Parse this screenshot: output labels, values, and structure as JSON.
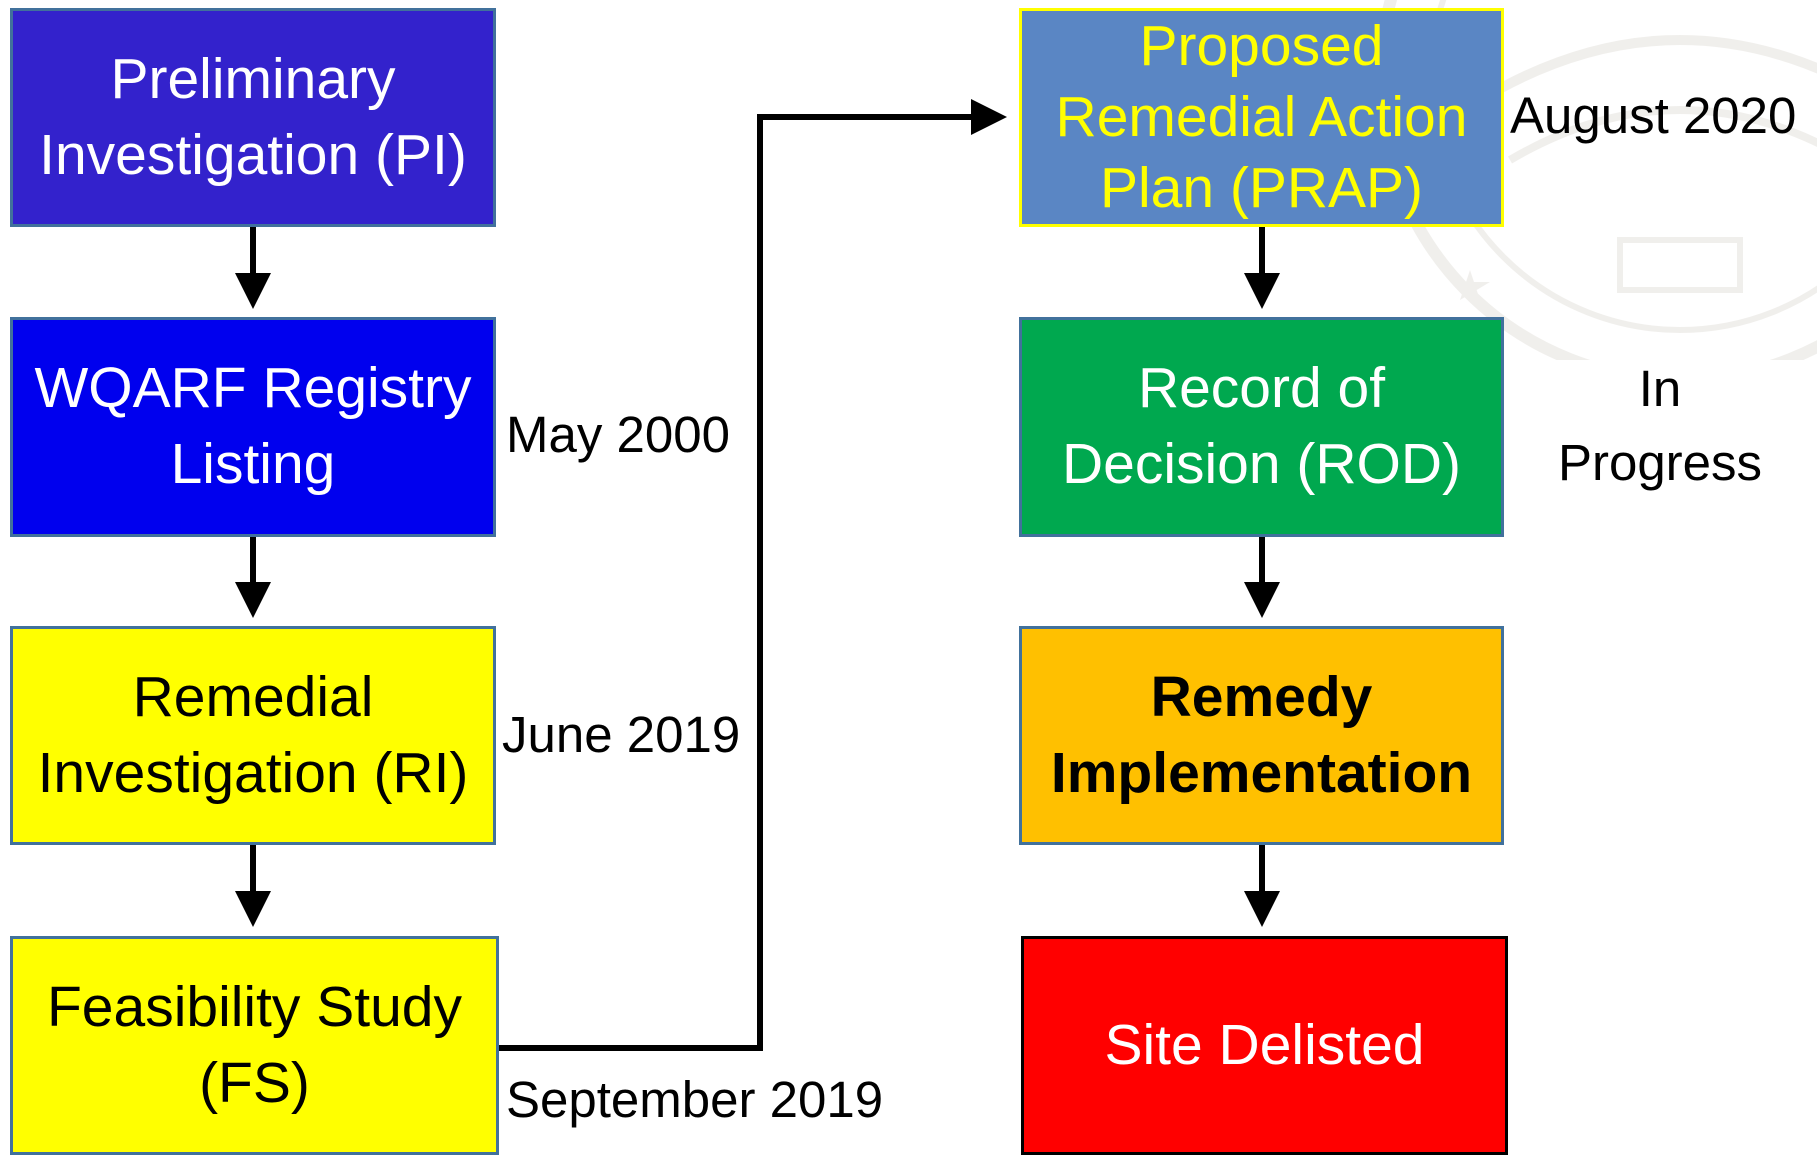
{
  "colors": {
    "pi": "#3322cc",
    "wqarf": "#0000ee",
    "ri": "#ffff00",
    "fs": "#ffff00",
    "prap": "#5a86c4",
    "prap_border": "#ffff00",
    "prap_text": "#ffff00",
    "rod": "#00a84f",
    "remedy": "#ffc000",
    "delisted": "#ff0000"
  },
  "left_column": {
    "pi": "Preliminary\nInvestigation (PI)",
    "wqarf": "WQARF Registry\nListing",
    "ri": "Remedial\nInvestigation (RI)",
    "fs": "Feasibility Study\n(FS)"
  },
  "right_column": {
    "prap": "Proposed\nRemedial Action\nPlan (PRAP)",
    "rod": "Record of\nDecision (ROD)",
    "remedy": "Remedy\nImplementation",
    "delisted": "Site Delisted"
  },
  "dates": {
    "wqarf": "May 2000",
    "ri": "June 2019",
    "fs": "September 2019",
    "prap": "August 2020",
    "rod": "In\nProgress"
  }
}
